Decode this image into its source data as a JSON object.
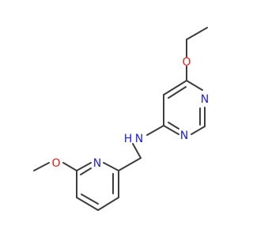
{
  "molecule": {
    "colors": {
      "bond": "#3d3d3d",
      "N": "#2020d8",
      "O": "#e0201a",
      "background": "#ffffff"
    },
    "atoms": [
      {
        "id": "O_ethoxy",
        "label": "O",
        "element": "O"
      },
      {
        "id": "N_pyrimidine_top",
        "label": "N",
        "element": "N"
      },
      {
        "id": "N_pyrimidine_bottom",
        "label": "N",
        "element": "N"
      },
      {
        "id": "N_amine",
        "label": "N",
        "element": "N"
      },
      {
        "id": "H_amine",
        "label": "H",
        "element": "N"
      },
      {
        "id": "N_pyridine",
        "label": "N",
        "element": "N"
      },
      {
        "id": "O_methoxy",
        "label": "O",
        "element": "O"
      }
    ]
  }
}
